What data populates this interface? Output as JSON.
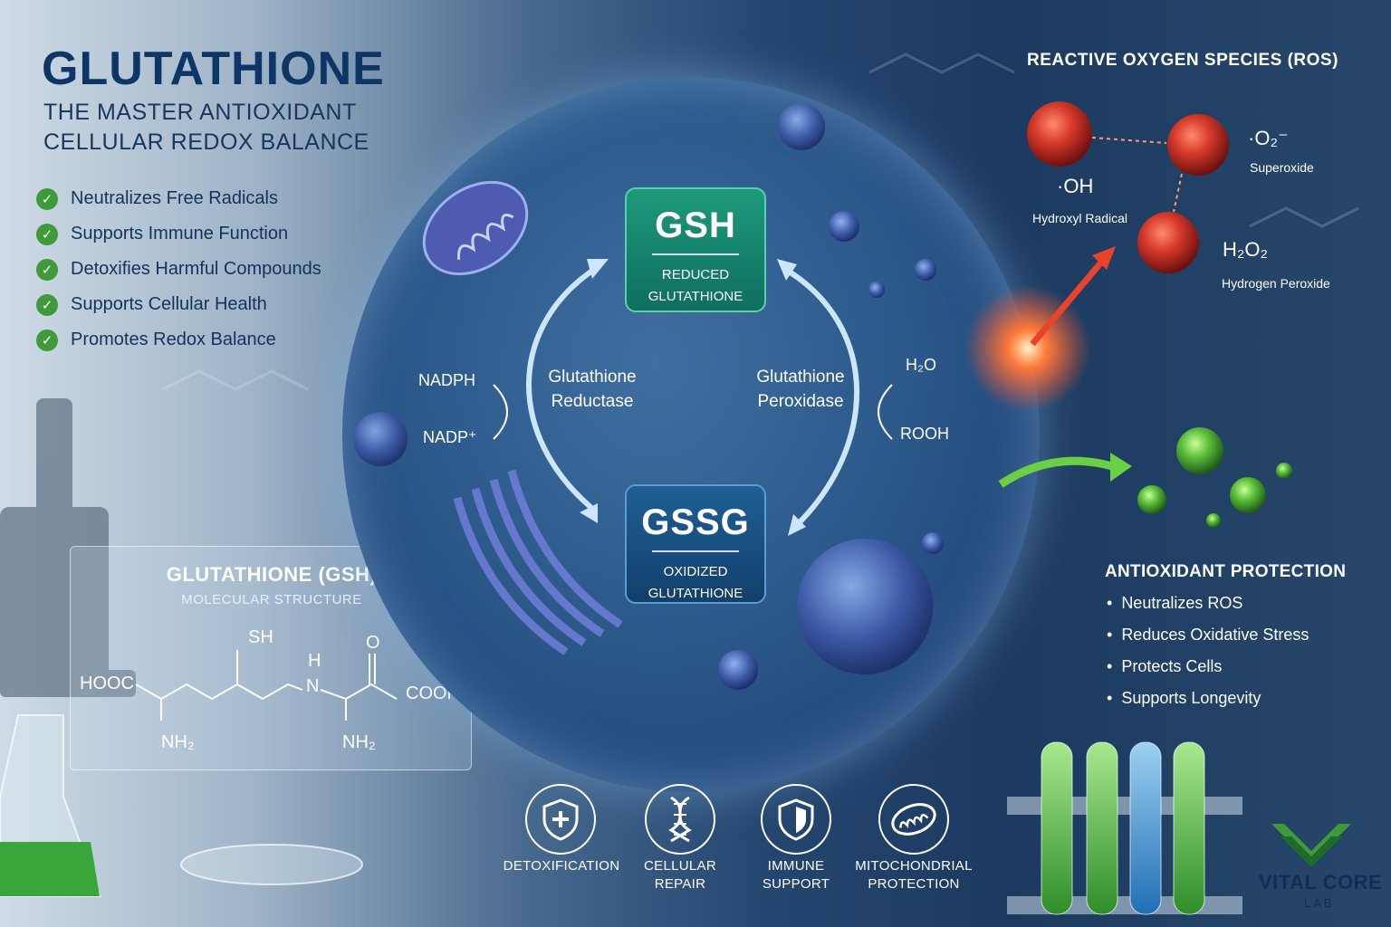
{
  "header": {
    "title": "GLUTATHIONE",
    "subtitle_line1": "THE MASTER ANTIOXIDANT",
    "subtitle_line2": "CELLULAR REDOX BALANCE"
  },
  "benefits": [
    "Neutralizes Free Radicals",
    "Supports Immune Function",
    "Detoxifies Harmful Compounds",
    "Supports Cellular Health",
    "Promotes Redox Balance"
  ],
  "molecule": {
    "title": "GLUTATHIONE (GSH)",
    "subtitle": "MOLECULAR STRUCTURE",
    "labels": {
      "hooc": "HOOC",
      "nh2_left": "NH₂",
      "sh": "SH",
      "nh": "N",
      "h": "H",
      "o": "O",
      "nh2_right": "NH₂",
      "cooh": "COOH"
    }
  },
  "cycle": {
    "gsh": {
      "label": "GSH",
      "sub1": "REDUCED",
      "sub2": "GLUTATHIONE"
    },
    "gssg": {
      "label": "GSSG",
      "sub1": "OXIDIZED",
      "sub2": "GLUTATHIONE"
    },
    "left_enzyme": {
      "line1": "Glutathione",
      "line2": "Reductase"
    },
    "right_enzyme": {
      "line1": "Glutathione",
      "line2": "Peroxidase"
    },
    "left_cofactor_top": "NADPH",
    "left_cofactor_bottom": "NADP⁺",
    "right_cofactor_top": "H₂O",
    "right_cofactor_bottom": "ROOH"
  },
  "ros": {
    "title": "REACTIVE OXYGEN SPECIES (ROS)",
    "items": [
      {
        "symbol": "·OH",
        "name": "Hydroxyl Radical"
      },
      {
        "symbol": "·O₂⁻",
        "name": "Superoxide"
      },
      {
        "symbol": "H₂O₂",
        "name": "Hydrogen Peroxide"
      }
    ]
  },
  "antioxidant_protection": {
    "title": "ANTIOXIDANT PROTECTION",
    "items": [
      "Neutralizes ROS",
      "Reduces Oxidative Stress",
      "Protects Cells",
      "Supports Longevity"
    ]
  },
  "features": [
    {
      "icon": "shield-cross-icon",
      "line1": "DETOXIFICATION",
      "line2": ""
    },
    {
      "icon": "dna-icon",
      "line1": "CELLULAR",
      "line2": "REPAIR"
    },
    {
      "icon": "shield-icon",
      "line1": "IMMUNE",
      "line2": "SUPPORT"
    },
    {
      "icon": "mitochondria-icon",
      "line1": "MITOCHONDRIAL",
      "line2": "PROTECTION"
    }
  ],
  "brand": {
    "name": "VITAL CORE",
    "sub": "LAB"
  },
  "colors": {
    "title": "#0d3565",
    "check": "#3f9a3a",
    "gsh_box": "#1d9a7a",
    "gssg_box": "#1f5f94",
    "ros_red": "#d63a2a",
    "protect_green": "#5cbf3a"
  }
}
